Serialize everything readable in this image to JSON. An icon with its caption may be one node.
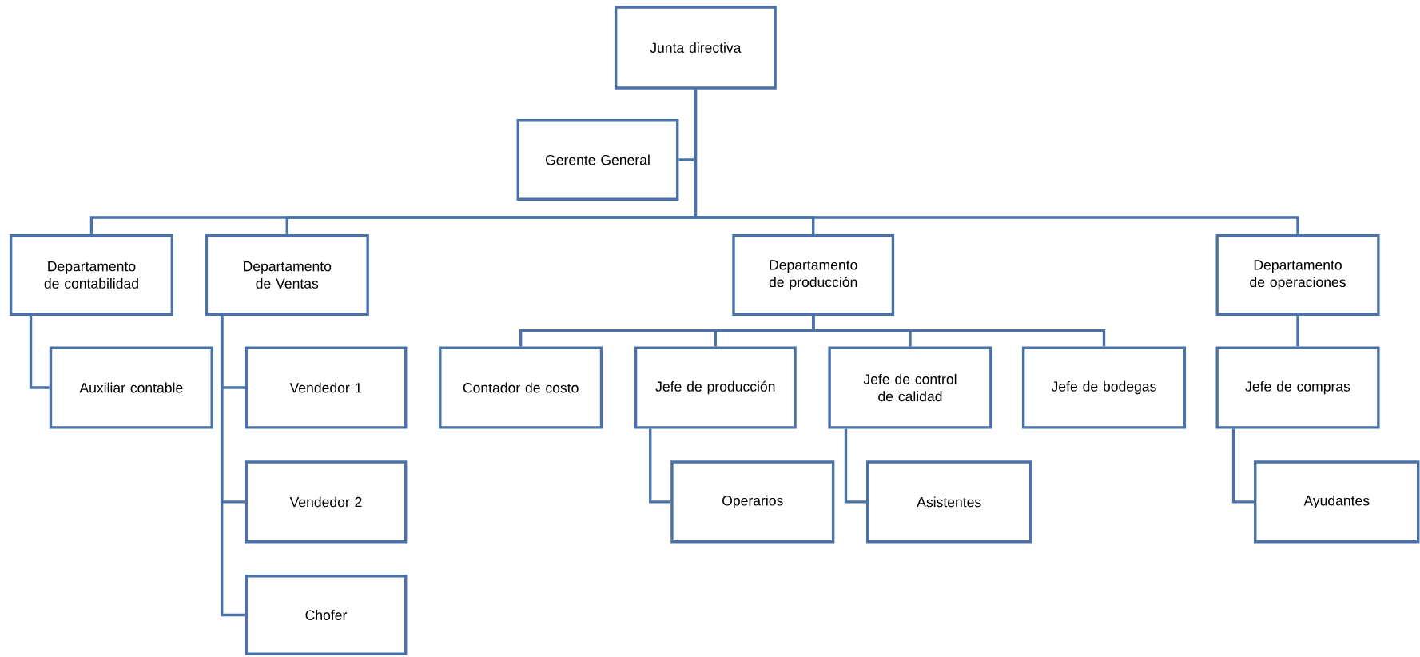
{
  "diagram": {
    "nodes": [
      {
        "text": [
          "Junta directiva"
        ]
      },
      {
        "text": [
          "Gerente General"
        ]
      },
      {
        "text": [
          "Departamento de contabilidad"
        ]
      },
      {
        "text": [
          "Departamento de Ventas"
        ]
      },
      {
        "text": [
          "Departamento de producción"
        ]
      },
      {
        "text": [
          "Departamento de operaciones"
        ]
      },
      {
        "text": [
          "Auxiliar contable"
        ]
      },
      {
        "text": [
          "Vendedor 1"
        ]
      },
      {
        "text": [
          "Vendedor 2"
        ]
      },
      {
        "text": [
          "Chofer"
        ]
      },
      {
        "text": [
          "Contador de costo"
        ]
      },
      {
        "text": [
          "Jefe de producción"
        ]
      },
      {
        "text": [
          "Jefe de control de calidad"
        ]
      },
      {
        "text": [
          "Jefe de bodegas"
        ]
      },
      {
        "text": [
          "Jefe de compras"
        ]
      },
      {
        "text": [
          "Operarios"
        ]
      },
      {
        "text": [
          "Asistentes"
        ]
      },
      {
        "text": [
          "Ayudantes"
        ]
      }
    ],
    "edges": [
      {
        "from": 0,
        "to": 1,
        "arrow": "none"
      },
      {
        "from": 0,
        "to": 2,
        "arrow": "none"
      },
      {
        "from": 0,
        "to": 3,
        "arrow": "none"
      },
      {
        "from": 0,
        "to": 4,
        "arrow": "none"
      },
      {
        "from": 0,
        "to": 5,
        "arrow": "none"
      },
      {
        "from": 2,
        "to": 6,
        "arrow": "none"
      },
      {
        "from": 3,
        "to": 7,
        "arrow": "none"
      },
      {
        "from": 3,
        "to": 8,
        "arrow": "none"
      },
      {
        "from": 3,
        "to": 9,
        "arrow": "none"
      },
      {
        "from": 4,
        "to": 10,
        "arrow": "none"
      },
      {
        "from": 4,
        "to": 11,
        "arrow": "none"
      },
      {
        "from": 4,
        "to": 12,
        "arrow": "none"
      },
      {
        "from": 4,
        "to": 13,
        "arrow": "none"
      },
      {
        "from": 5,
        "to": 14,
        "arrow": "none"
      },
      {
        "from": 11,
        "to": 15,
        "arrow": "none"
      },
      {
        "from": 12,
        "to": 16,
        "arrow": "none"
      },
      {
        "from": 14,
        "to": 17,
        "arrow": "none"
      }
    ]
  }
}
